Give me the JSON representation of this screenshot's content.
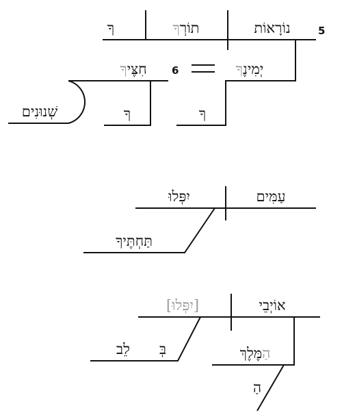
{
  "verse_numbers": {
    "v5": "5",
    "v6": "6"
  },
  "colors": {
    "ink": "#111111",
    "implied": "#9a9a9a"
  },
  "diagram1": {
    "noraot": "נוֹרָאוֹת",
    "torcha_base": "תוֹרְ",
    "torcha_suffix": "ךָ",
    "pronoun_top": "ךָ",
    "yeminecha_base": "יְמִינֶ",
    "yeminecha_suffix": "ךָ",
    "pronoun_yemin": "ךָ",
    "equals": "=",
    "hitsecha_base": "חִצֶּי",
    "hitsecha_suffix": "ךָ",
    "pronoun_hits": "ךָ",
    "shenunim": "שְׁנוּנִים"
  },
  "diagram2": {
    "amim": "עַמִּים",
    "yiplu": "יִפְּלוּ",
    "tachtecha": "תַּחְתֶּיךָ"
  },
  "diagram3": {
    "oyvei": "אוֹיְבֵי",
    "yiplu_implied": "[יִפְּלוּ]",
    "hamelech_article": "הַ",
    "hamelech": "מֶּלֶךְ",
    "ha": "הַ",
    "be": "בְּ",
    "lev": "לֵב"
  }
}
